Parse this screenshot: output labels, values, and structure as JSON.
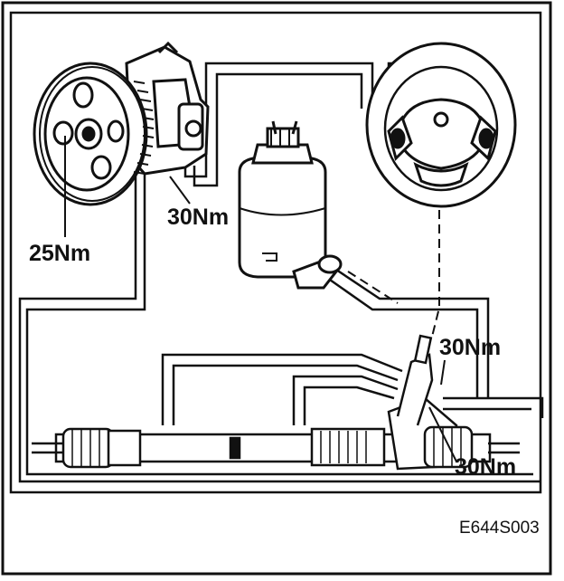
{
  "diagram": {
    "labels": {
      "pump_pulley_torque": "25Nm",
      "pump_bracket_torque": "30Nm",
      "rack_upper_torque": "30Nm",
      "rack_lower_torque": "30Nm"
    },
    "figure_code": "E644S003",
    "colors": {
      "ink": "#111111",
      "paper": "#ffffff"
    },
    "components": {
      "pump": "power-steering-pump",
      "reservoir": "fluid-reservoir",
      "wheel": "steering-wheel",
      "rack": "steering-rack",
      "lines": "hydraulic-lines"
    }
  }
}
